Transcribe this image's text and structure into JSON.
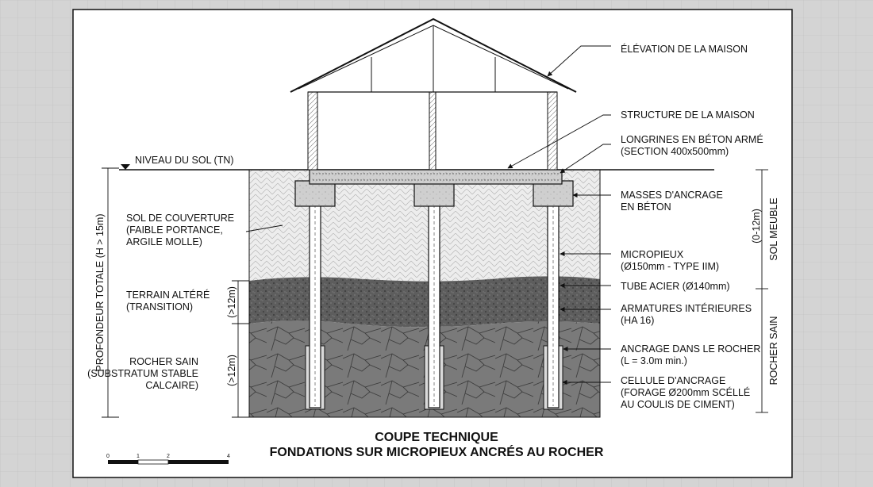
{
  "colors": {
    "paper": "#ffffff",
    "background": "#d4d4d4",
    "line": "#111111",
    "soil_cover": "#ededed",
    "soil_altered": "#5d5d5d",
    "rock": "#7a7a7a",
    "concrete": "#cfcfcf"
  },
  "labels": {
    "ground_level": "NIVEAU DU SOL (TN)",
    "house_elevation": "ÉLÉVATION DE LA MAISON",
    "house_structure": "STRUCTURE DE LA MAISON",
    "beams_line1": "LONGRINES EN BÉTON ARMÉ",
    "beams_line2": "(SECTION 400x500mm)",
    "anchor_masses_line1": "MASSES D'ANCRAGE",
    "anchor_masses_line2": "EN BÉTON",
    "micropiles_line1": "MICROPIEUX",
    "micropiles_line2": "(Ø150mm - TYPE IIM)",
    "steel_tube": "TUBE ACIER (Ø140mm)",
    "inner_rebar_line1": "ARMATURES INTÉRIEURES",
    "inner_rebar_line2": "(HA 16)",
    "rock_anchor_line1": "ANCRAGE DANS LE ROCHER",
    "rock_anchor_line2": "(L = 3.0m min.)",
    "anchor_cell_line1": "CELLULE D'ANCRAGE",
    "anchor_cell_line2": "(FORAGE Ø200mm SCÉLLÉ",
    "anchor_cell_line3": "AU COULIS DE CIMENT)"
  },
  "layers": {
    "cover_line1": "SOL DE COUVERTURE",
    "cover_line2": "(FAIBLE PORTANCE,",
    "cover_line3": "ARGILE MOLLE)",
    "altered_line1": "TERRAIN ALTÉRÉ",
    "altered_line2": "(TRANSITION)",
    "rock_line1": "ROCHER SAIN",
    "rock_line2": "(SUBSTRATUM STABLE",
    "rock_line3": "CALCAIRE)"
  },
  "dimensions": {
    "total_depth": "PROFONDEUR TOTALE (H > 15m)",
    "altered_depth": "(>12m)",
    "rock_depth": "(>12m)",
    "loose_soil_range": "(0-12m)",
    "loose_soil": "SOL MEUBLE",
    "sound_rock": "ROCHER SAIN"
  },
  "title": {
    "line1": "COUPE TECHNIQUE",
    "line2": "FONDATIONS SUR MICROPIEUX ANCRÉS AU ROCHER"
  },
  "scale_bar": {
    "ticks": [
      "0",
      "1",
      "2",
      "4"
    ]
  }
}
